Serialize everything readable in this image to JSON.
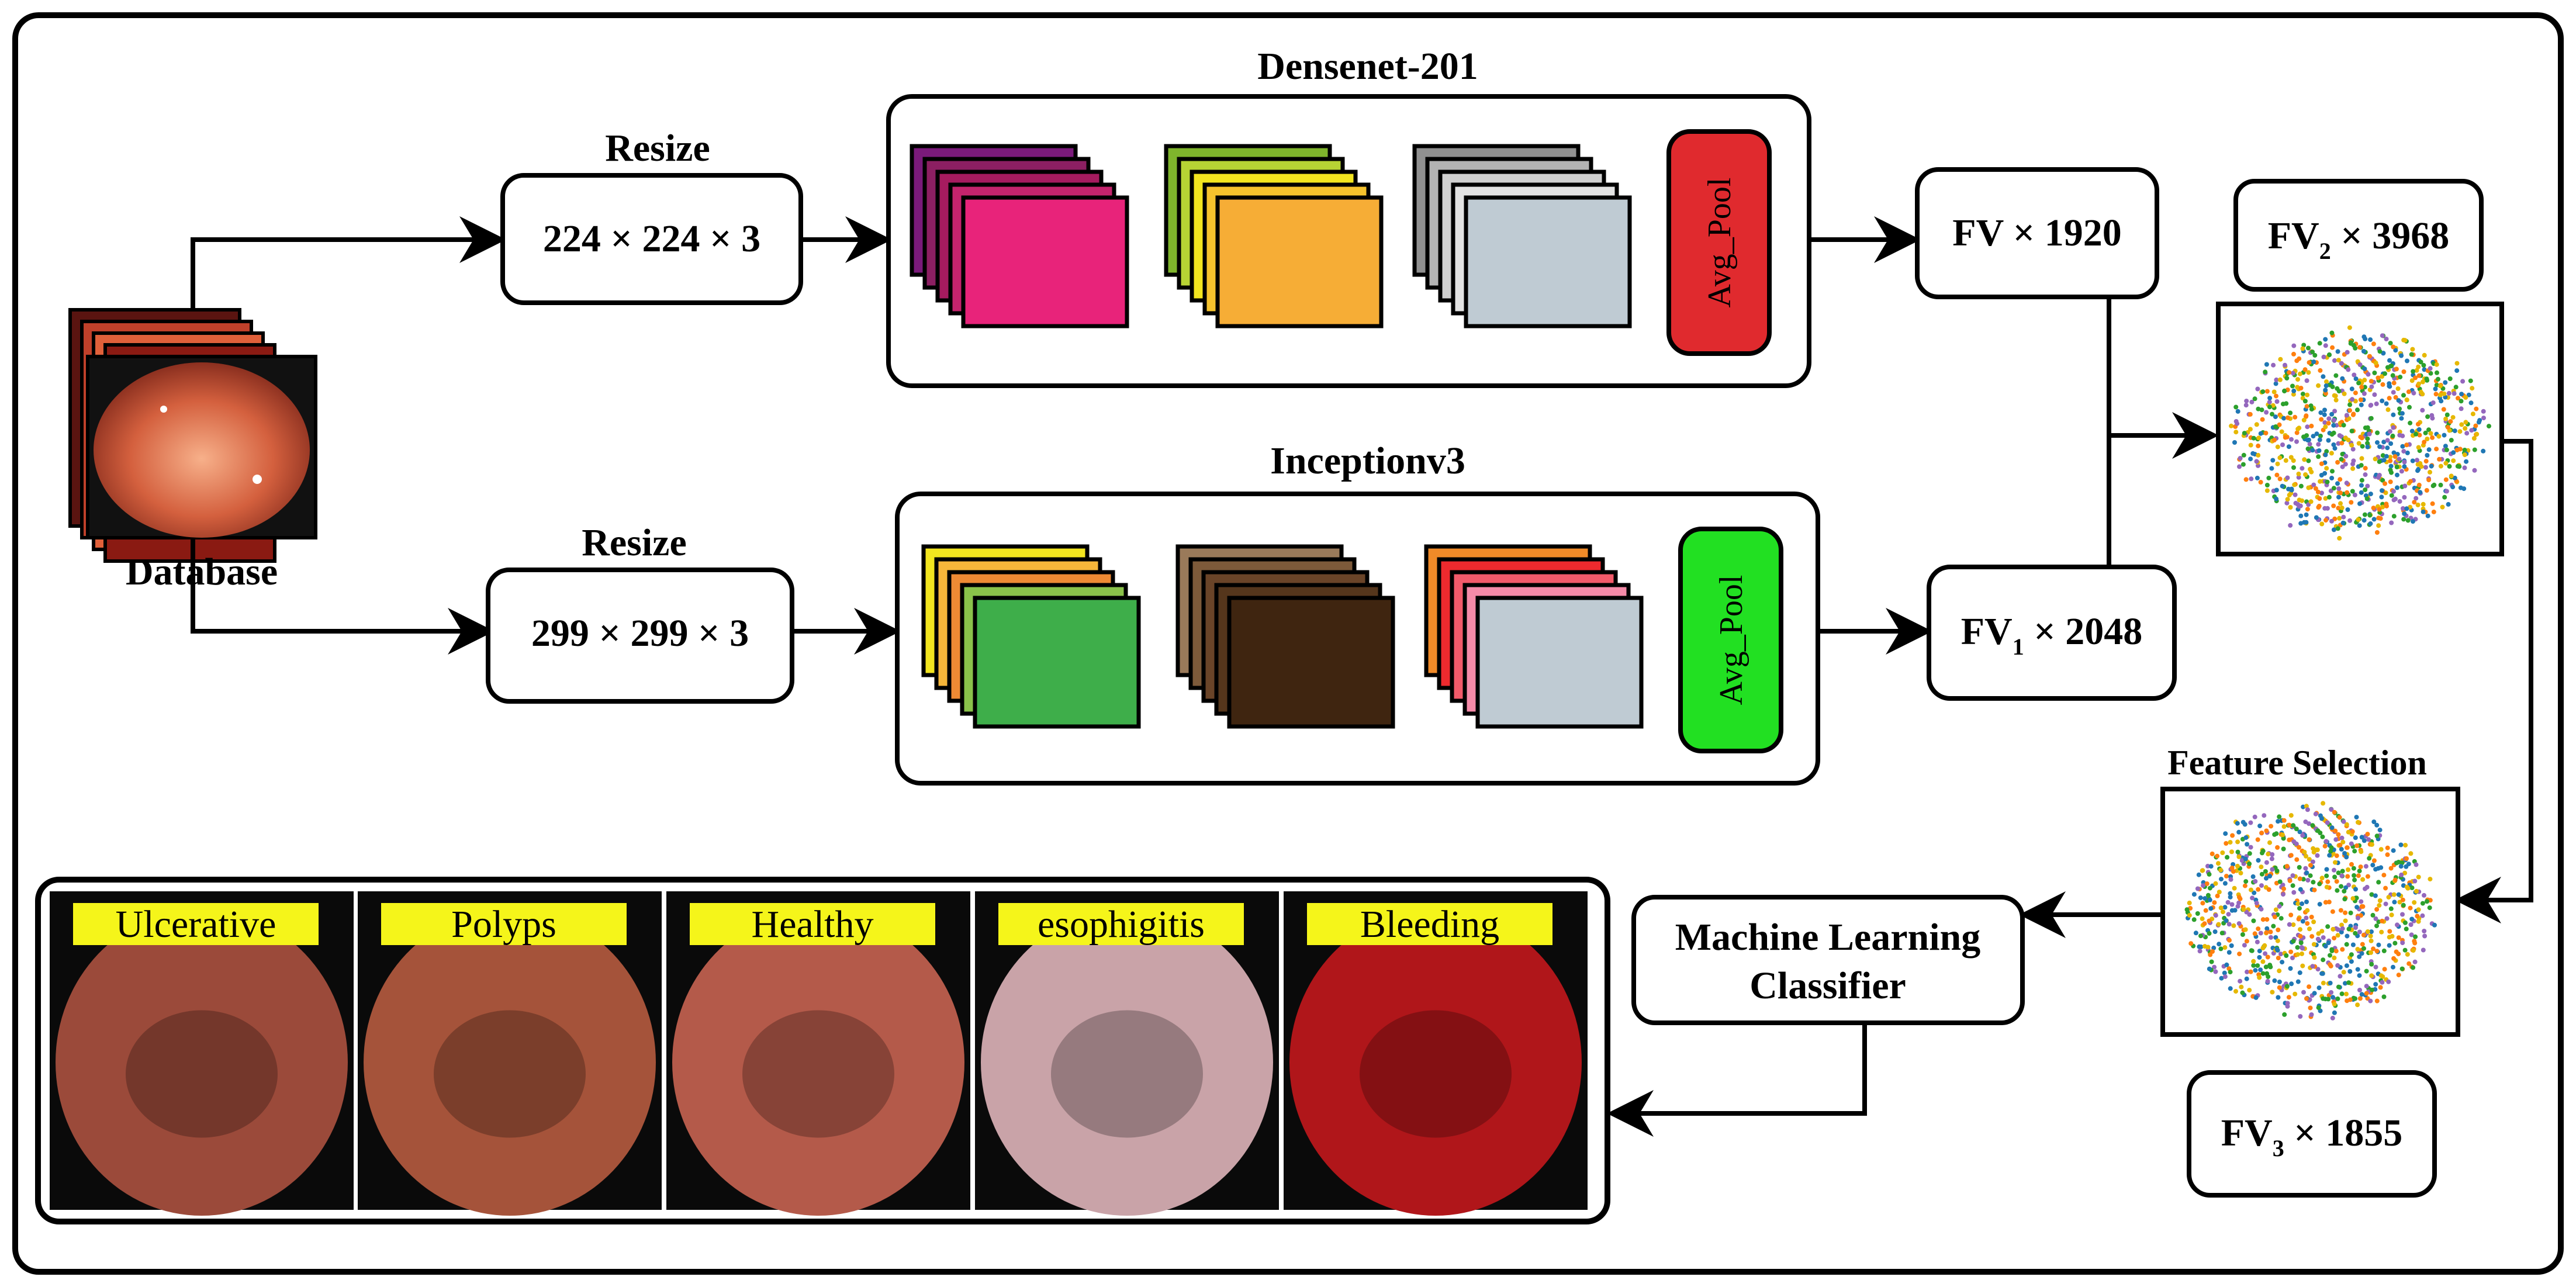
{
  "database": {
    "label": "Database"
  },
  "densenet": {
    "title": "Densenet-201",
    "resize_label": "Resize",
    "resize_value": "224 × 224 × 3",
    "pool_label": "Avg_Pool",
    "output": "FV × 1920",
    "colors": {
      "stack1": [
        "#7a1a7a",
        "#8c1f62",
        "#a61b5f",
        "#c4246d",
        "#e8237a"
      ],
      "stack2": [
        "#7fb52c",
        "#b7d334",
        "#f2e51f",
        "#f5c22d",
        "#f6ad36"
      ],
      "stack3": [
        "#909090",
        "#b3b3b3",
        "#d0d0d0",
        "#e3e3e3",
        "#bfcbd3"
      ],
      "pool": "#e02a2e"
    }
  },
  "inception": {
    "title": "Inceptionv3",
    "resize_label": "Resize",
    "resize_value": "299 × 299 × 3",
    "pool_label": "Avg_Pool",
    "output_main": "FV",
    "output_sub": "1",
    "output_rest": " × 2048",
    "colors": {
      "stack1": [
        "#f2e51f",
        "#f6b63a",
        "#ee8a34",
        "#8ac24a",
        "#3eae4a"
      ],
      "stack2": [
        "#9a7a5a",
        "#7d5a3a",
        "#6a4428",
        "#55361c",
        "#3f2510"
      ],
      "stack3": [
        "#f08a28",
        "#ee2a2e",
        "#f25a6a",
        "#f58aa8",
        "#bfcbd3"
      ],
      "pool": "#22e022"
    }
  },
  "fusion": {
    "main": "FV",
    "sub": "2",
    "rest": " × 3968"
  },
  "feature_selection": {
    "title": "Feature Selection",
    "main": "FV",
    "sub": "3",
    "rest": " × 1855"
  },
  "classifier": {
    "line1": "Machine Learning",
    "line2": "Classifier"
  },
  "classes": [
    {
      "name": "Ulcerative",
      "color": "#9b4a3a"
    },
    {
      "name": "Polyps",
      "color": "#a5533a"
    },
    {
      "name": "Healthy",
      "color": "#b45a4a"
    },
    {
      "name": "esophigitis",
      "color": "#c9a3a8"
    },
    {
      "name": "Bleeding",
      "color": "#b0161a"
    }
  ],
  "scatter_colors": [
    "#1f77b4",
    "#ff7f0e",
    "#2ca02c",
    "#9467bd",
    "#e6b800"
  ]
}
